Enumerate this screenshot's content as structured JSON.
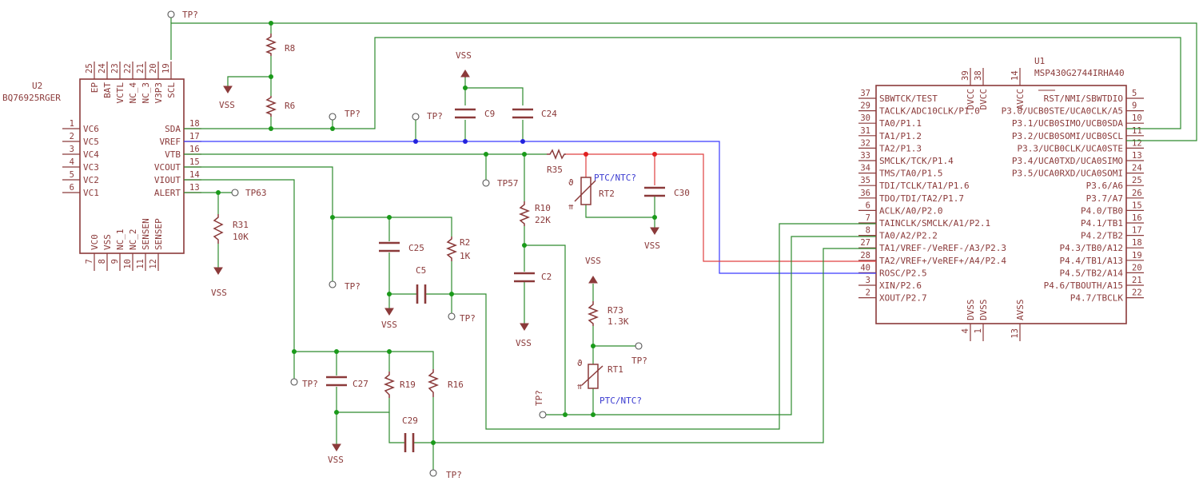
{
  "u2": {
    "ref": "U2",
    "value": "BQ76925RGER",
    "left_pins": [
      {
        "num": "1",
        "name": "VC6"
      },
      {
        "num": "2",
        "name": "VC5"
      },
      {
        "num": "3",
        "name": "VC4"
      },
      {
        "num": "4",
        "name": "VC3"
      },
      {
        "num": "5",
        "name": "VC2"
      },
      {
        "num": "6",
        "name": "VC1"
      }
    ],
    "right_pins": [
      {
        "num": "18",
        "name": "SDA"
      },
      {
        "num": "17",
        "name": "VREF"
      },
      {
        "num": "16",
        "name": "VTB"
      },
      {
        "num": "15",
        "name": "VCOUT"
      },
      {
        "num": "14",
        "name": "VIOUT"
      },
      {
        "num": "13",
        "name": "ALERT"
      }
    ],
    "top_pins": [
      {
        "num": "25",
        "name": "EP"
      },
      {
        "num": "24",
        "name": "BAT"
      },
      {
        "num": "23",
        "name": "VCTL"
      },
      {
        "num": "22",
        "name": "NC_4"
      },
      {
        "num": "21",
        "name": "NC_3"
      },
      {
        "num": "20",
        "name": "V3P3"
      },
      {
        "num": "19",
        "name": "SCL"
      }
    ],
    "bottom_pins": [
      {
        "num": "7",
        "name": "VC0"
      },
      {
        "num": "8",
        "name": "VSS"
      },
      {
        "num": "9",
        "name": "NC_1"
      },
      {
        "num": "10",
        "name": "NC_2"
      },
      {
        "num": "11",
        "name": "SENSEN"
      },
      {
        "num": "12",
        "name": "SENSEP"
      }
    ]
  },
  "u1": {
    "ref": "U1",
    "value": "MSP430G2744IRHA40",
    "left_pins": [
      {
        "num": "37",
        "name": "SBWTCK/TEST"
      },
      {
        "num": "29",
        "name": "TACLK/ADC10CLK/P1.0"
      },
      {
        "num": "30",
        "name": "TA0/P1.1"
      },
      {
        "num": "31",
        "name": "TA1/P1.2"
      },
      {
        "num": "32",
        "name": "TA2/P1.3"
      },
      {
        "num": "33",
        "name": "SMCLK/TCK/P1.4"
      },
      {
        "num": "34",
        "name": "TMS/TA0/P1.5"
      },
      {
        "num": "35",
        "name": "TDI/TCLK/TA1/P1.6"
      },
      {
        "num": "36",
        "name": "TDO/TDI/TA2/P1.7"
      },
      {
        "num": "6",
        "name": "ACLK/A0/P2.0"
      },
      {
        "num": "7",
        "name": "TAINCLK/SMCLK/A1/P2.1"
      },
      {
        "num": "8",
        "name": "TA0/A2/P2.2"
      },
      {
        "num": "27",
        "name": "TA1/VREF-/VeREF-/A3/P2.3"
      },
      {
        "num": "28",
        "name": "TA2/VREF+/VeREF+/A4/P2.4"
      },
      {
        "num": "40",
        "name": "ROSC/P2.5"
      },
      {
        "num": "3",
        "name": "XIN/P2.6"
      },
      {
        "num": "2",
        "name": "XOUT/P2.7"
      }
    ],
    "right_pins": [
      {
        "num": "5",
        "name": "RST/NMI/SBWTDIO"
      },
      {
        "num": "9",
        "name": "P3.0/UCB0STE/UCA0CLK/A5"
      },
      {
        "num": "10",
        "name": "P3.1/UCB0SIMO/UCB0SDA"
      },
      {
        "num": "11",
        "name": "P3.2/UCB0SOMI/UCB0SCL"
      },
      {
        "num": "12",
        "name": "P3.3/UCB0CLK/UCA0STE"
      },
      {
        "num": "13",
        "name": "P3.4/UCA0TXD/UCA0SIMO"
      },
      {
        "num": "24",
        "name": "P3.5/UCA0RXD/UCA0SOMI"
      },
      {
        "num": "25",
        "name": "P3.6/A6"
      },
      {
        "num": "26",
        "name": "P3.7/A7"
      },
      {
        "num": "15",
        "name": "P4.0/TB0"
      },
      {
        "num": "16",
        "name": "P4.1/TB1"
      },
      {
        "num": "17",
        "name": "P4.2/TB2"
      },
      {
        "num": "18",
        "name": "P4.3/TB0/A12"
      },
      {
        "num": "19",
        "name": "P4.4/TB1/A13"
      },
      {
        "num": "20",
        "name": "P4.5/TB2/A14"
      },
      {
        "num": "21",
        "name": "P4.6/TBOUTH/A15"
      },
      {
        "num": "22",
        "name": "P4.7/TBCLK"
      }
    ],
    "top_pins": [
      {
        "num": "39",
        "name": "DVCC"
      },
      {
        "num": "38",
        "name": "DVCC"
      },
      {
        "num": "14",
        "name": "AVCC"
      }
    ],
    "bottom_pins": [
      {
        "num": "4",
        "name": "DVSS"
      },
      {
        "num": "1",
        "name": "DVSS"
      },
      {
        "num": "13",
        "name": "AVSS"
      }
    ]
  },
  "resistors": {
    "r8": "R8",
    "r6": "R6",
    "r31": "R31",
    "r31_val": "10K",
    "r2": "R2",
    "r2_val": "1K",
    "r10": "R10",
    "r10_val": "22K",
    "r35": "R35",
    "r73": "R73",
    "r73_val": "1.3K",
    "r19": "R19",
    "r16": "R16"
  },
  "capacitors": {
    "c9": "C9",
    "c24": "C24",
    "c30": "C30",
    "c25": "C25",
    "c5": "C5",
    "c2": "C2",
    "c27": "C27",
    "c29": "C29"
  },
  "thermistors": {
    "rt2": "RT2",
    "rt2_type": "PTC/NTC?",
    "rt1": "RT1",
    "rt1_type": "PTC/NTC?"
  },
  "power": {
    "vss": "VSS"
  },
  "testpoints": {
    "generic": "TP?",
    "tp57": "TP57",
    "tp63": "TP63"
  },
  "colors": {
    "component": "#8b3a3a",
    "wire": "#2e8b2e",
    "vref_net": "#3a3aff",
    "vtb_net": "#e04040",
    "junction": "#1a9a1a"
  }
}
